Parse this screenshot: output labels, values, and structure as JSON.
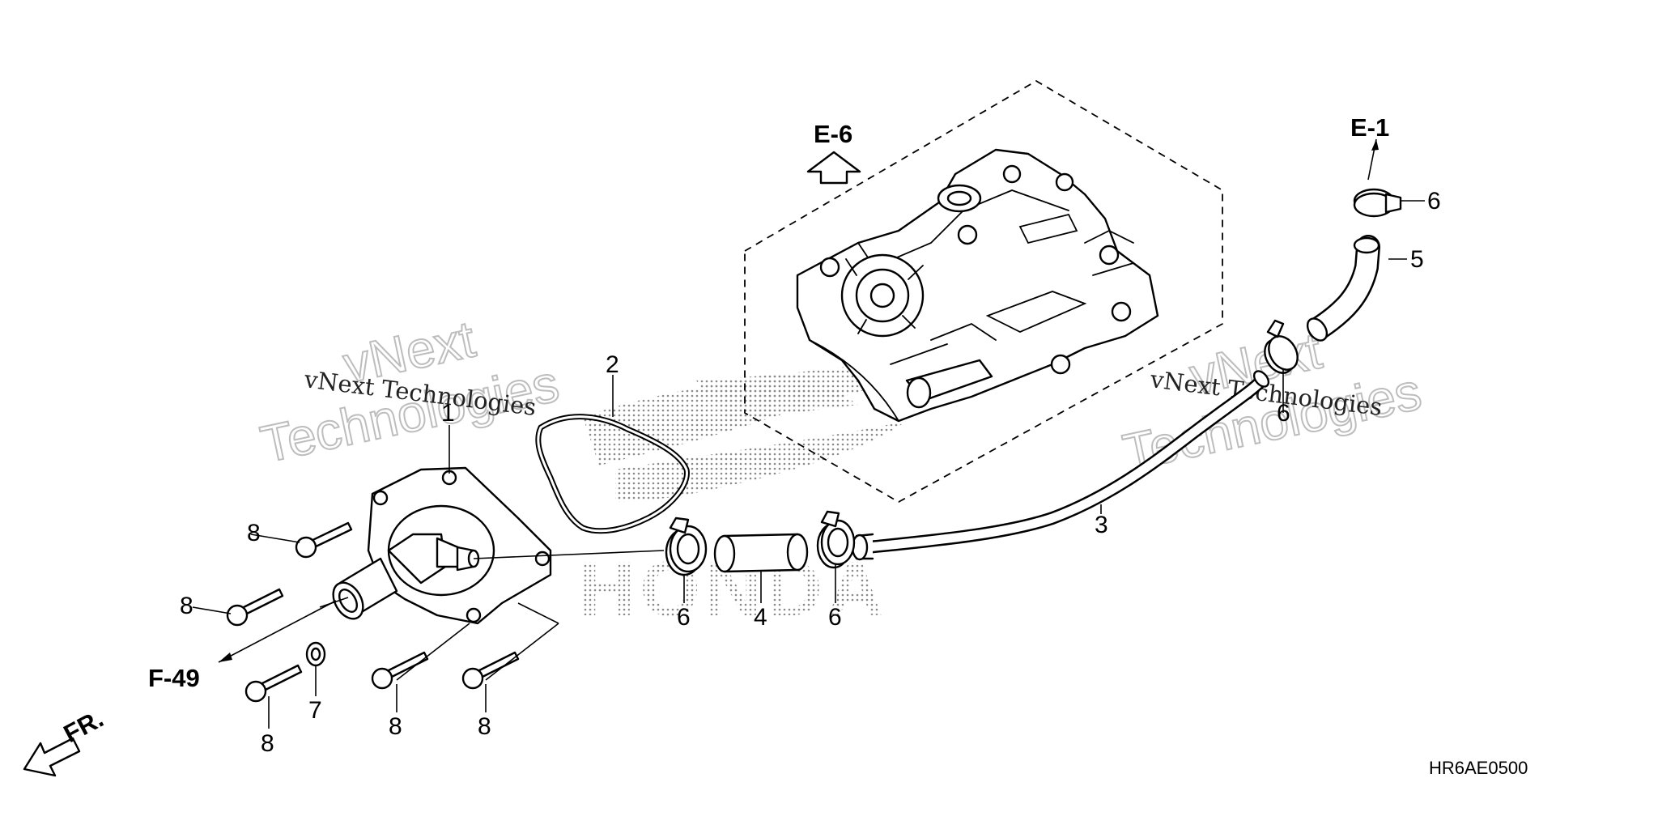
{
  "callouts": {
    "c1": "1",
    "c2": "2",
    "c3": "3",
    "c4": "4",
    "c5": "5",
    "c6": "6",
    "c7": "7",
    "c8": "8"
  },
  "references": {
    "e6": "E-6",
    "e1": "E-1",
    "f49": "F-49",
    "front": "FR."
  },
  "diagram_code": "HR6AE0500",
  "watermarks": {
    "vnext": "vNext",
    "technologies": "Technologies",
    "full": "vNext Technologies",
    "brand": "HONDA"
  },
  "colors": {
    "line": "#000000",
    "background": "#ffffff",
    "watermark": "#bdbdbd"
  }
}
